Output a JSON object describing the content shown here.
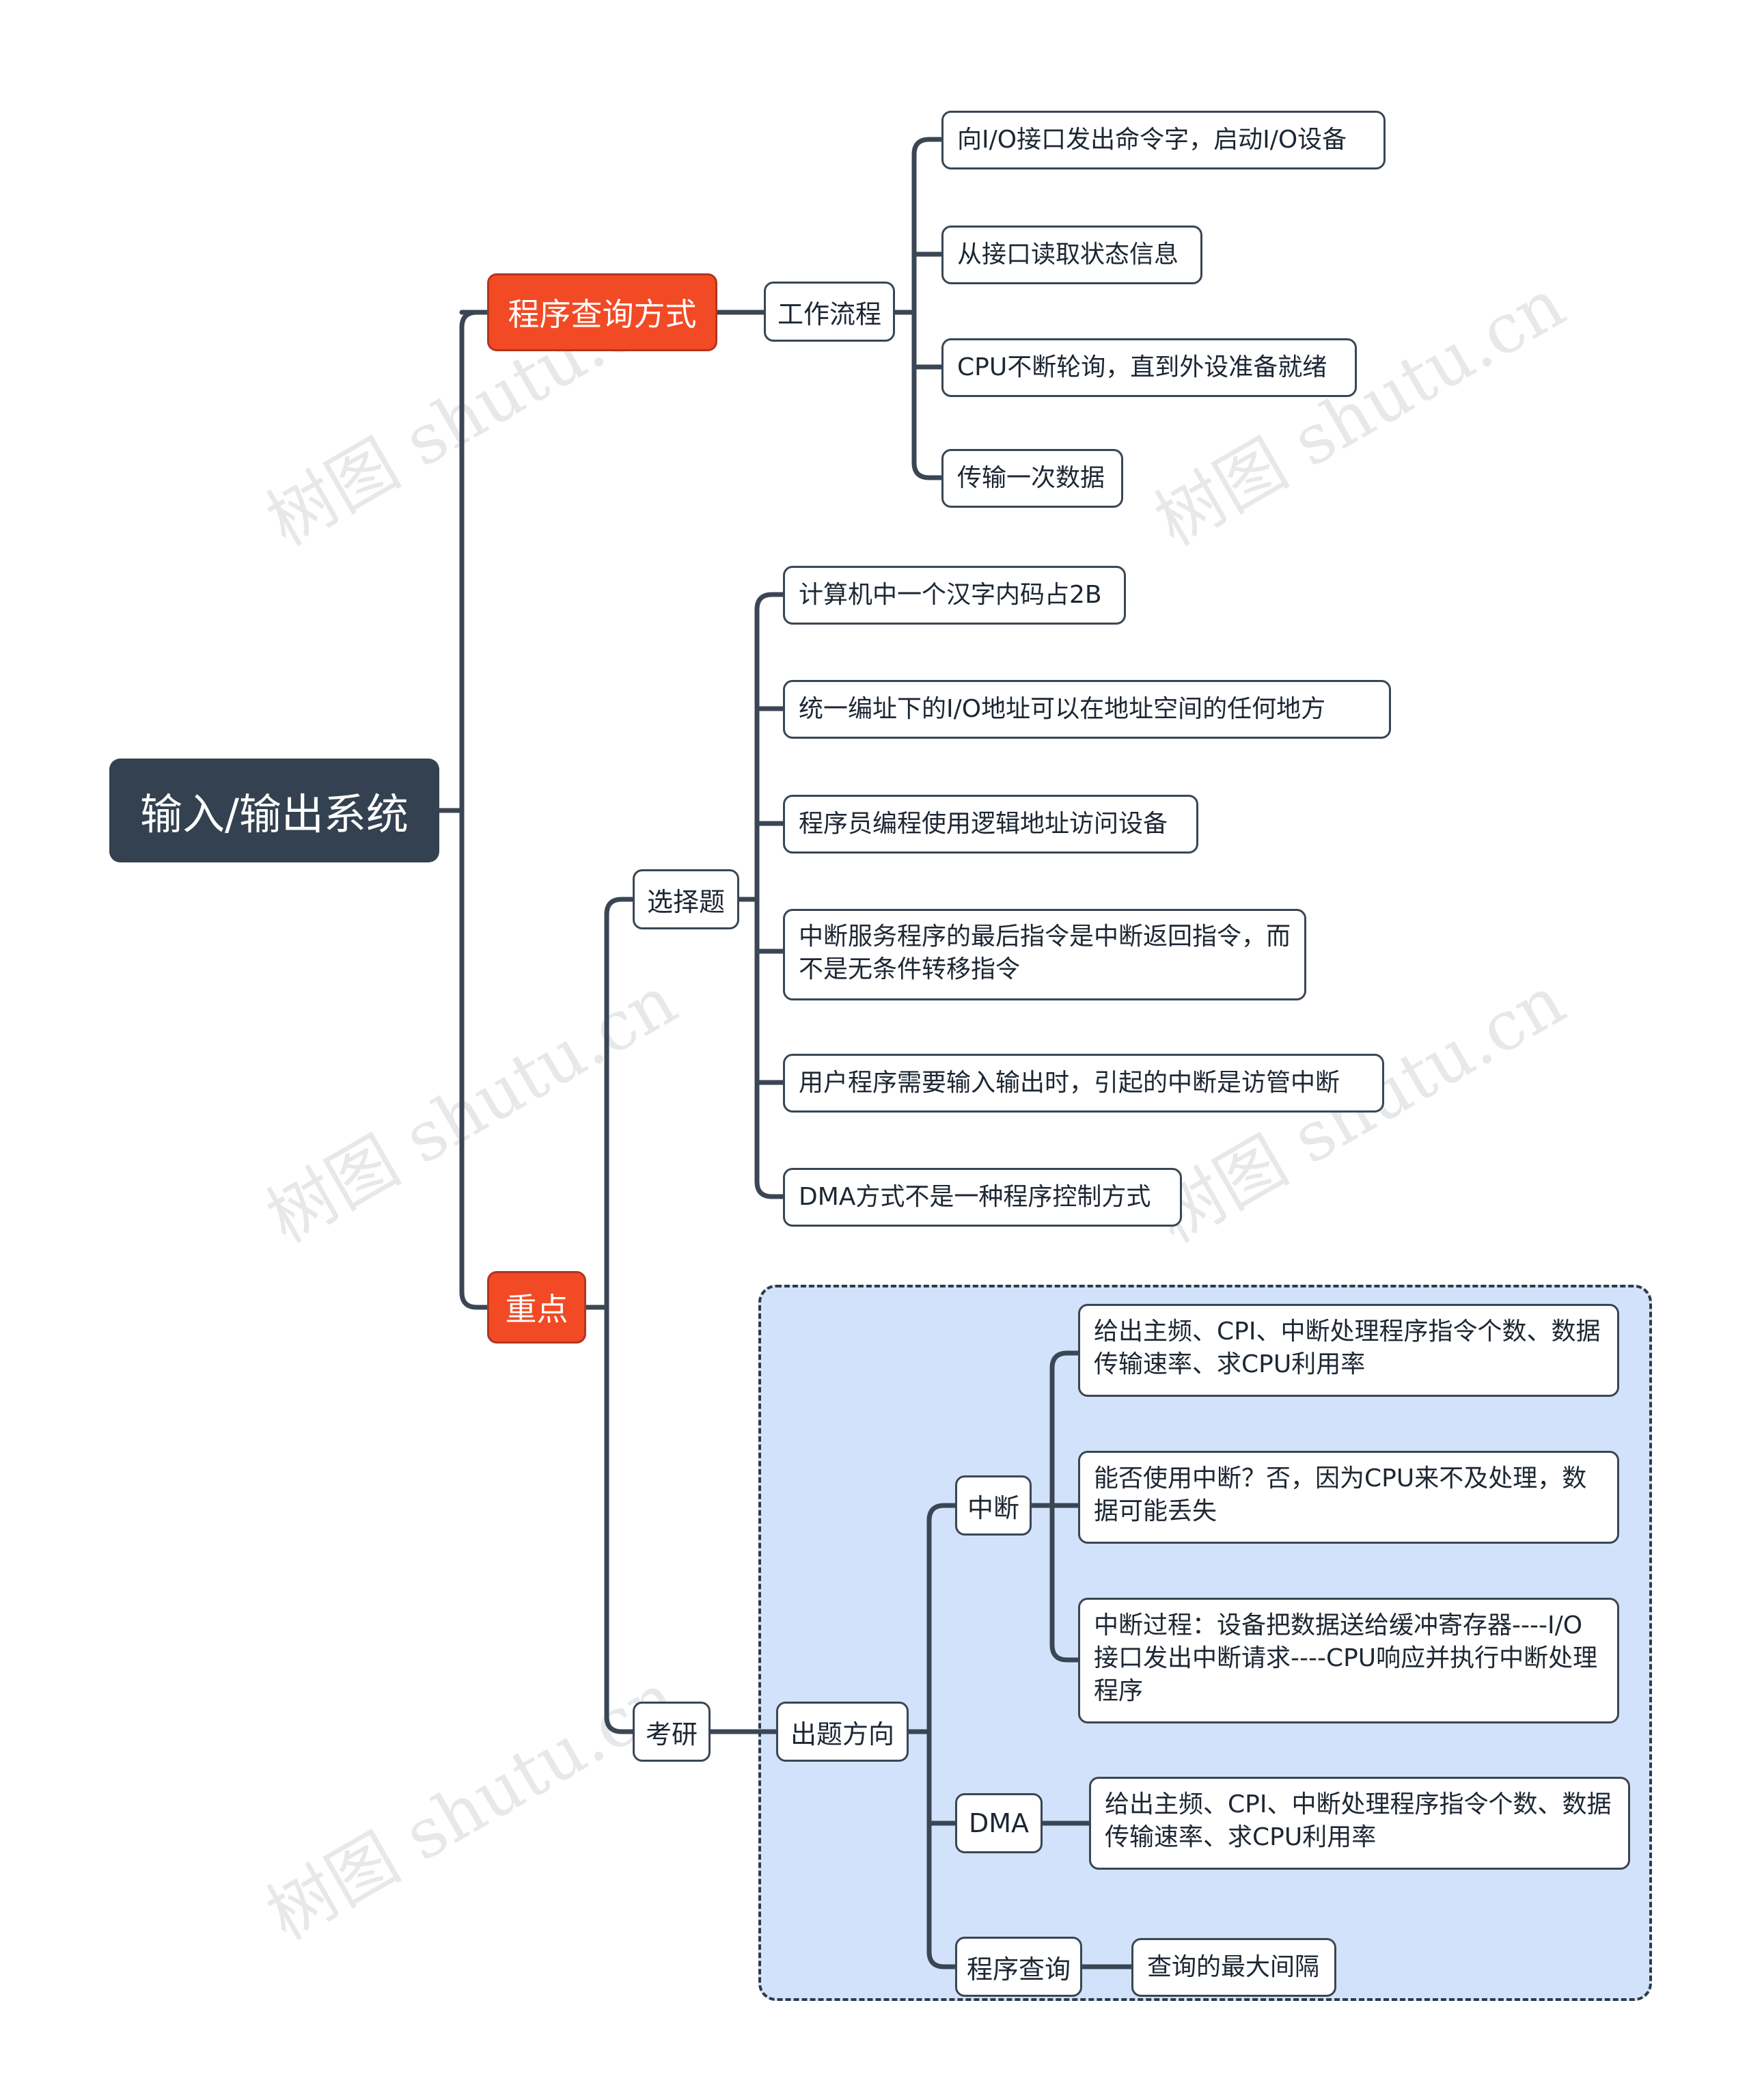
{
  "root": "输入/输出系统",
  "branches": {
    "polling": {
      "label": "程序查询方式",
      "workflow": {
        "label": "工作流程",
        "steps": [
          "向I/O接口发出命令字，启动I/O设备",
          "从接口读取状态信息",
          "CPU不断轮询，直到外设准备就绪",
          "传输一次数据"
        ]
      }
    },
    "key_points": {
      "label": "重点",
      "choice": {
        "label": "选择题",
        "items": [
          "计算机中一个汉字内码占2B",
          "统一编址下的I/O地址可以在地址空间的任何地方",
          "程序员编程使用逻辑地址访问设备",
          "中断服务程序的最后指令是中断返回指令，而不是无条件转移指令",
          "用户程序需要输入输出时，引起的中断是访管中断",
          "DMA方式不是一种程序控制方式"
        ]
      },
      "exam": {
        "label": "考研",
        "direction": {
          "label": "出题方向",
          "interrupt": {
            "label": "中断",
            "items": [
              "给出主频、CPI、中断处理程序指令个数、数据传输速率、求CPU利用率",
              "能否使用中断？否，因为CPU来不及处理，数据可能丢失",
              "中断过程：设备把数据送给缓冲寄存器----I/O接口发出中断请求----CPU响应并执行中断处理程序"
            ]
          },
          "dma": {
            "label": "DMA",
            "items": [
              "给出主频、CPI、中断处理程序指令个数、数据传输速率、求CPU利用率"
            ]
          },
          "polling_query": {
            "label": "程序查询",
            "items": [
              "查询的最大间隔"
            ]
          }
        }
      }
    }
  },
  "watermark": "树图 shutu.cn",
  "colors": {
    "primary": "#f24a25",
    "root": "#334150",
    "line": "#3a4653",
    "frame": "#d3e2fb"
  }
}
